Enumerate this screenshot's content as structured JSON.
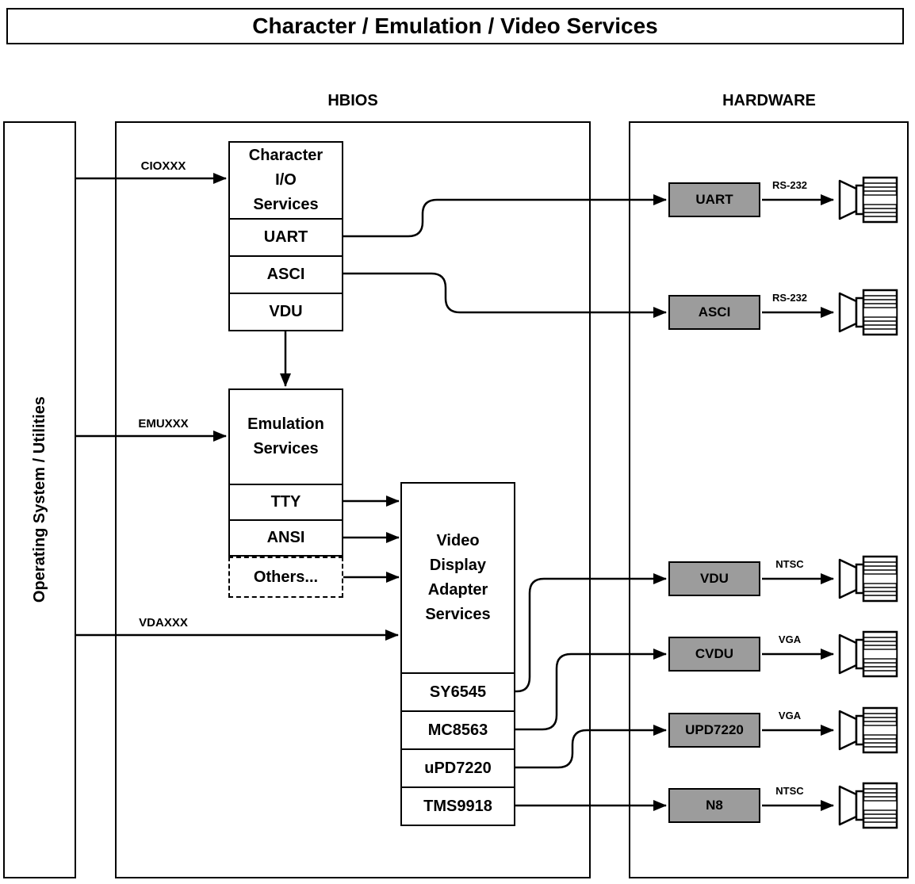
{
  "title": "Character / Emulation / Video Services",
  "sections": {
    "hbios": "HBIOS",
    "hardware": "HARDWARE"
  },
  "os": {
    "label": "Operating System / Utilities"
  },
  "buses": {
    "cio": "CIOXXX",
    "emu": "EMUXXX",
    "vda": "VDAXXX"
  },
  "hbios": {
    "char_io": {
      "title": "Character\nI/O\nServices",
      "rows": [
        "UART",
        "ASCI",
        "VDU"
      ]
    },
    "emulation": {
      "title": "Emulation\nServices",
      "rows": [
        "TTY",
        "ANSI"
      ],
      "others": "Others..."
    },
    "vda": {
      "title": "Video\nDisplay\nAdapter\nServices",
      "rows": [
        "SY6545",
        "MC8563",
        "uPD7220",
        "TMS9918"
      ]
    }
  },
  "hardware": {
    "devices": [
      {
        "name": "UART",
        "interface": "RS-232"
      },
      {
        "name": "ASCI",
        "interface": "RS-232"
      },
      {
        "name": "VDU",
        "interface": "NTSC"
      },
      {
        "name": "CVDU",
        "interface": "VGA"
      },
      {
        "name": "UPD7220",
        "interface": "VGA"
      },
      {
        "name": "N8",
        "interface": "NTSC"
      }
    ]
  },
  "colors": {
    "device_fill": "#9c9c9c",
    "line": "#000000",
    "background": "#ffffff"
  }
}
